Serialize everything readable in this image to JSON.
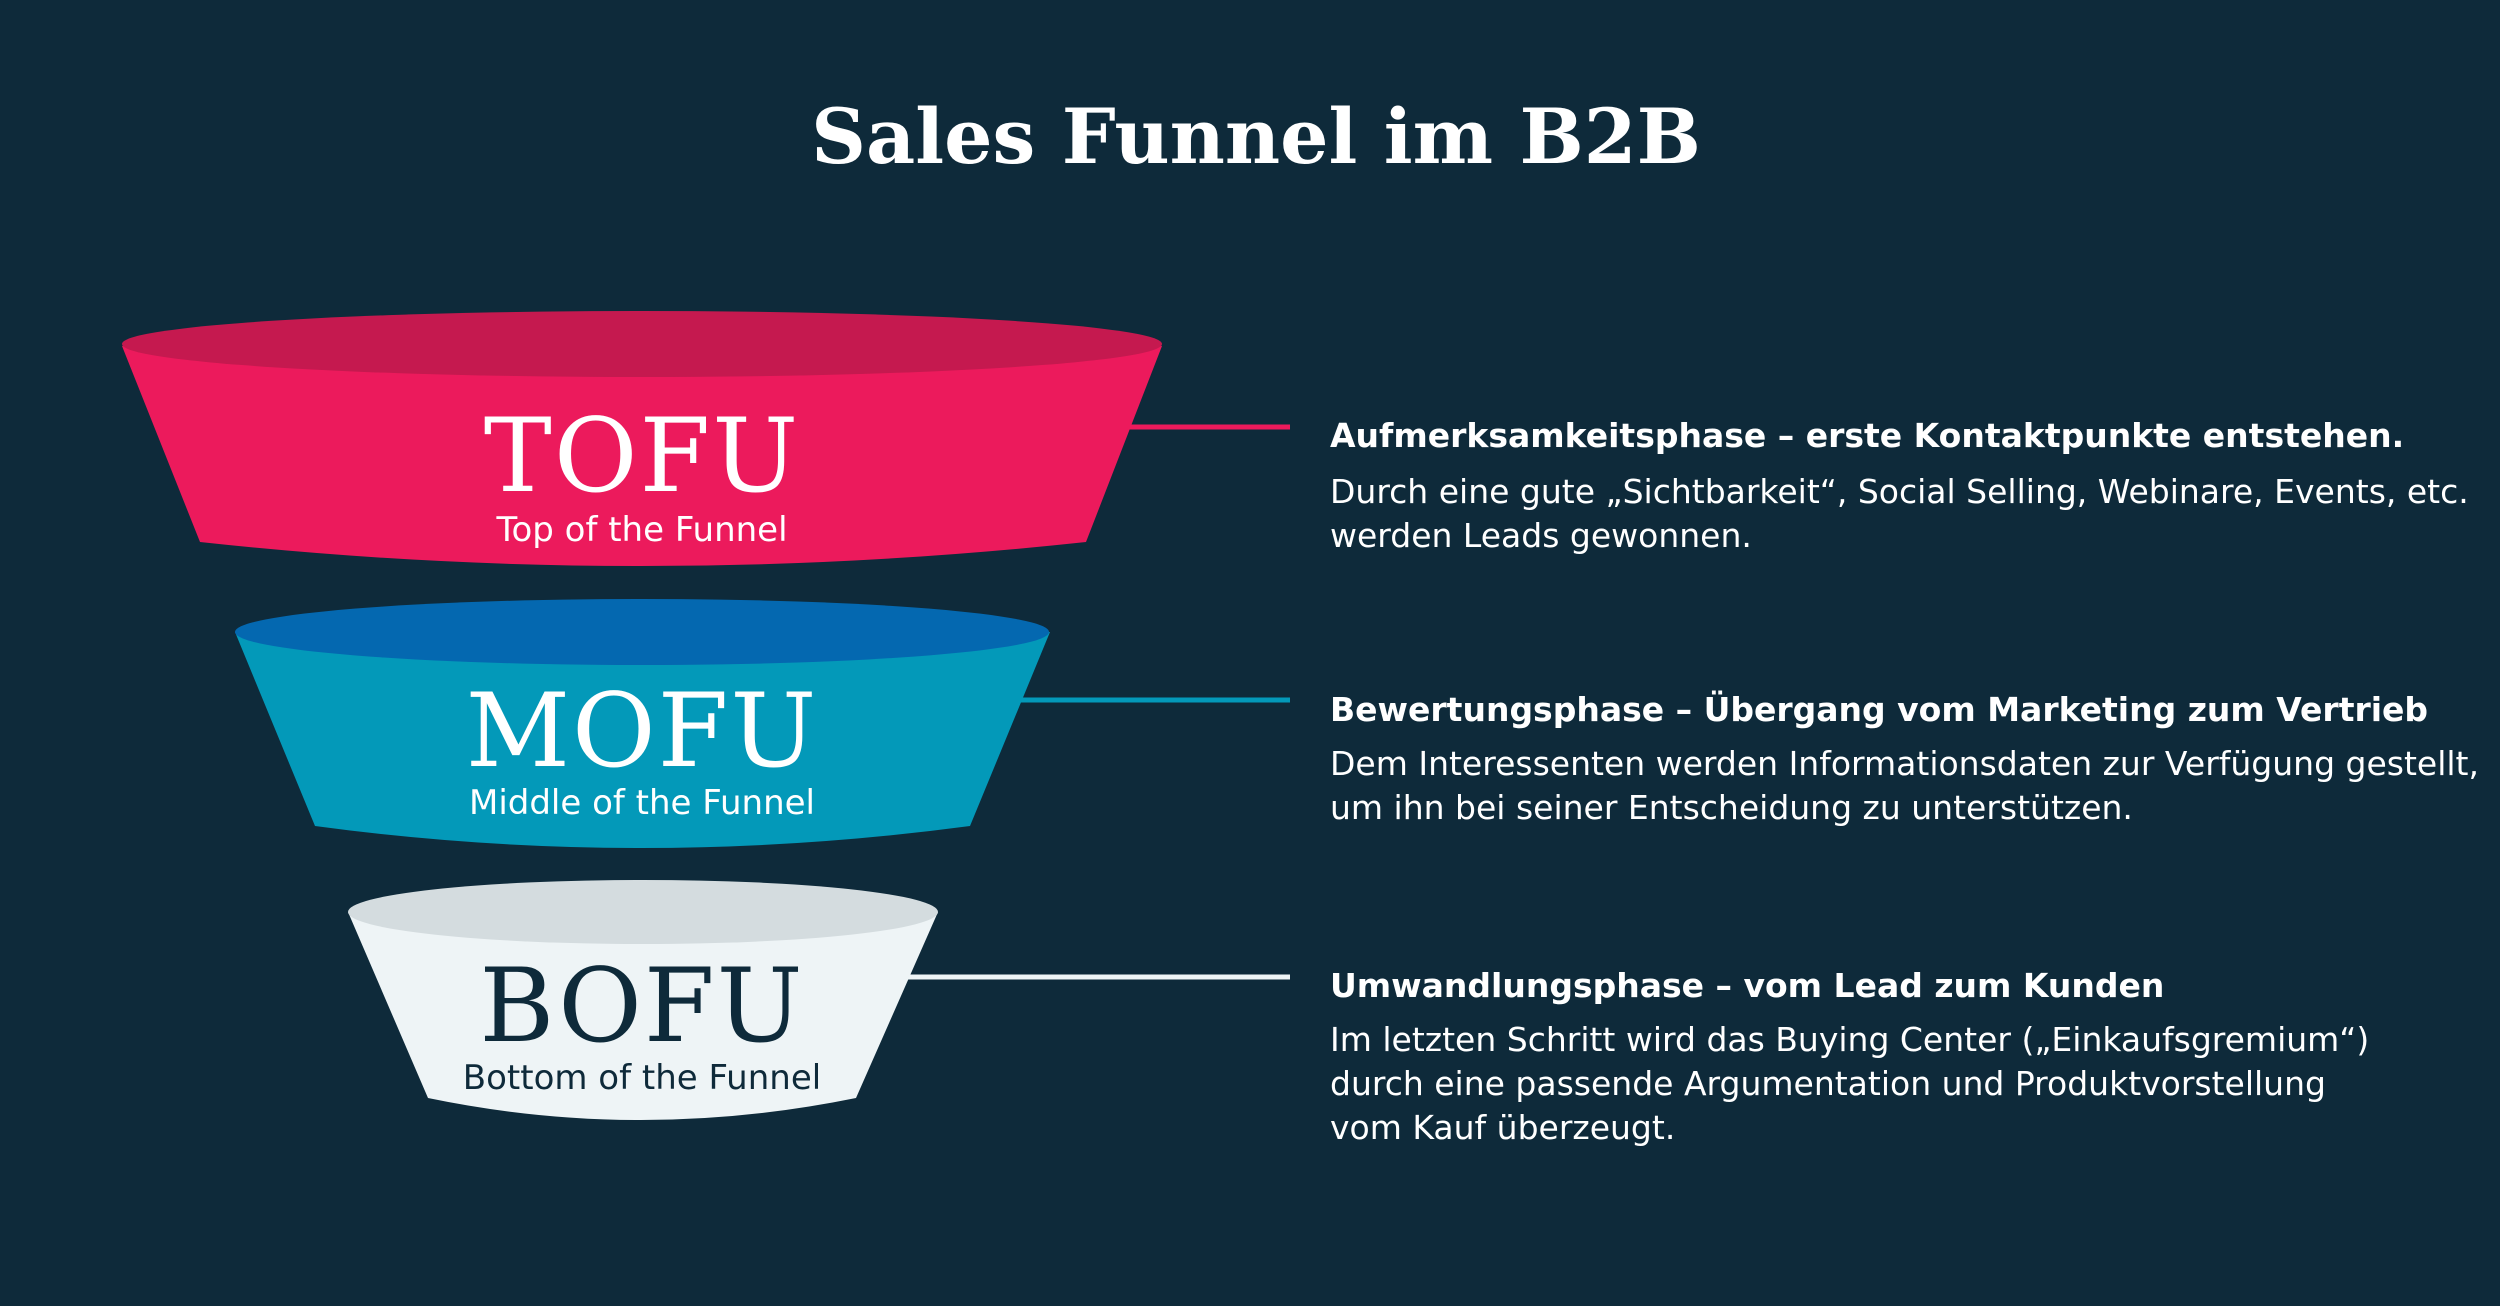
{
  "title": "Sales Funnel im B2B",
  "colors": {
    "background": "#0e2a3a",
    "tofu_front": "#ec1a5c",
    "tofu_top": "#c5194f",
    "mofu_front": "#0399b9",
    "mofu_top": "#0468b0",
    "bofu_front": "#eef4f6",
    "bofu_top": "#d4dcdf",
    "bofu_text": "#0e2a3a"
  },
  "stages": [
    {
      "code": "TOFU",
      "name": "Top of the Funnel",
      "heading": "Aufmerksamkeitsphase – erste Kontaktpunkte entstehen.",
      "lines": [
        "Durch eine gute „Sichtbarkeit“, Social Selling, Webinare, Events, etc.",
        "werden Leads gewonnen."
      ]
    },
    {
      "code": "MOFU",
      "name": "Middle of the Funnel",
      "heading": "Bewertungsphase – Übergang vom Marketing zum Vertrieb",
      "lines": [
        "Dem Interessenten werden Informationsdaten zur Verfügung gestellt,",
        "um ihn bei seiner Entscheidung zu unterstützen."
      ]
    },
    {
      "code": "BOFU",
      "name": "Bottom of the Funnel",
      "heading": "Umwandlungsphase – vom Lead zum Kunden",
      "lines": [
        "Im letzten Schritt wird das Buying Center („Einkaufsgremium“)",
        "durch eine passende Argumentation und Produktvorstellung",
        "vom Kauf überzeugt."
      ]
    }
  ]
}
